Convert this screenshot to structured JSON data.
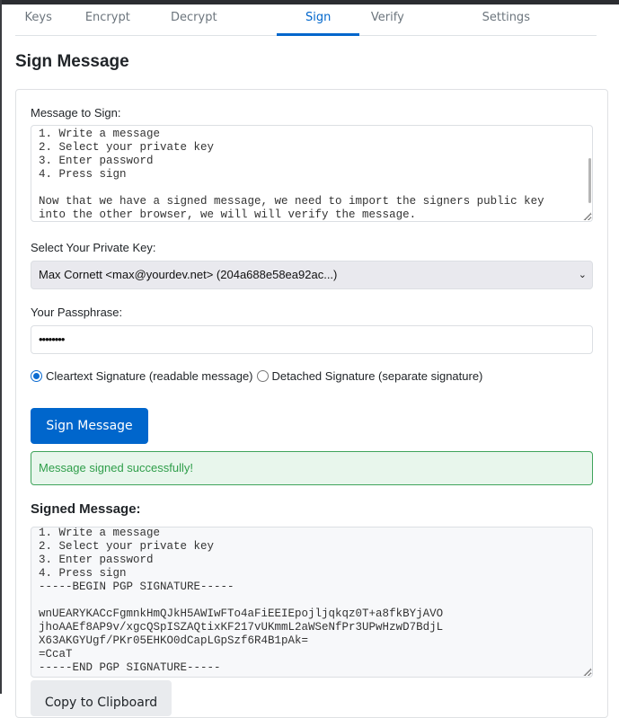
{
  "tabs": [
    {
      "label": "Keys",
      "active": false
    },
    {
      "label": "Encrypt",
      "active": false
    },
    {
      "label": "Decrypt",
      "active": false
    },
    {
      "label": "Sign",
      "active": true
    },
    {
      "label": "Verify",
      "active": false
    },
    {
      "label": "Settings",
      "active": false
    }
  ],
  "page": {
    "title": "Sign Message"
  },
  "form": {
    "message_label": "Message to Sign:",
    "message_value": "1. Write a message\n2. Select your private key\n3. Enter password\n4. Press sign\n\nNow that we have a signed message, we need to import the signers public key\ninto the other browser, we will will verify the message.",
    "key_label": "Select Your Private Key:",
    "key_selected": "Max Cornett <max@yourdev.net> (204a688e58ea92ac...)",
    "passphrase_label": "Your Passphrase:",
    "passphrase_value": "••••••••",
    "signature_types": [
      {
        "label": "Cleartext Signature (readable message)",
        "checked": true
      },
      {
        "label": "Detached Signature (separate signature)",
        "checked": false
      }
    ],
    "sign_button": "Sign Message"
  },
  "status": {
    "message": "Message signed successfully!",
    "color": "#2f9e4a"
  },
  "result": {
    "title": "Signed Message:",
    "value": "1. Write a message\n2. Select your private key\n3. Enter password\n4. Press sign\n-----BEGIN PGP SIGNATURE-----\n\nwnUEARYKACcFgmnkHmQJkH5AWIwFTo4aFiEEIEpojljqkqz0T+a8fkBYjAVO\njhoAAEf8AP9v/xgcQSpISZAQtixKF217vUKmmL2aWSeNfPr3UPwHzwD7BdjL\nX63AKGYUgf/PKr05EHKO0dCapLGpSzf6R4B1pAk=\n=CcaT\n-----END PGP SIGNATURE-----",
    "copy_button": "Copy to Clipboard"
  },
  "colors": {
    "accent": "#0066cc",
    "success_bg": "#e8f6ec",
    "success_border": "#3fa45b"
  }
}
